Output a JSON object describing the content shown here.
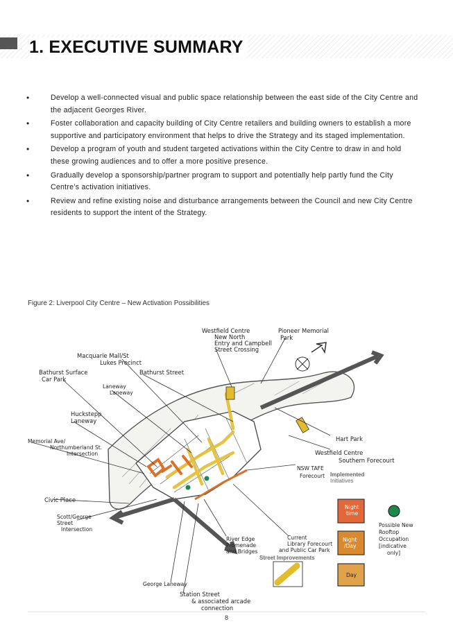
{
  "section_title": "1. EXECUTIVE SUMMARY",
  "bullets": [
    "Develop a well-connected visual and public space relationship between the east side of the City Centre and the adjacent Georges River.",
    "Foster collaboration and capacity building of City Centre retailers and building owners to establish a more supportive and participatory environment that helps to drive the Strategy and its staged implementation.",
    "Develop a program of youth and student targeted activations within the City Centre to draw in and hold these growing audiences and to offer a more positive presence.",
    "Gradually develop a sponsorship/partner program to support and potentially help partly fund the City Centre’s activation initiatives.",
    "Review and refine existing noise and disturbance arrangements between the Council and new City Centre residents to support the intent of the Strategy."
  ],
  "figure_caption": "Figure 2: Liverpool City Centre – New Activation Possibilities",
  "map": {
    "labels": {
      "westfield_north": [
        "Westfield Centre",
        "New North",
        "Entry and Campbell",
        "Street Crossing"
      ],
      "pioneer": [
        "Pioneer Memorial",
        "Park"
      ],
      "macquarie": [
        "Macquarie Mall/St",
        "Lukes Precinct"
      ],
      "bathurst_surface": [
        "Bathurst Surface",
        "Car Park"
      ],
      "bathurst_street": [
        "Bathurst Street"
      ],
      "laneway": [
        "Laneway",
        "Laneway"
      ],
      "huckstepp": [
        "Huckstepp",
        "Laneway"
      ],
      "memorial_ave": [
        "Memorial Ave/",
        "Northumberland St.",
        "Intersection"
      ],
      "hart_park": [
        "Hart Park"
      ],
      "westfield_south": [
        "Westfield Centre",
        "Southern Forecourt"
      ],
      "tafe": [
        "NSW TAFE",
        "Forecourt"
      ],
      "civic_place": [
        "Civic Place"
      ],
      "scott": [
        "Scott/George",
        "Street",
        "Intersection"
      ],
      "river_edge": [
        "River Edge",
        "Promenade",
        "and Bridges"
      ],
      "library": [
        "Current",
        "Library Forecourt",
        "and Public Car Park"
      ],
      "george_laneway": [
        "George Laneway"
      ],
      "station": [
        "Station Street",
        "& associated arcade",
        "connection"
      ]
    },
    "legend": {
      "implemented": [
        "Implemented",
        "Initiatives"
      ],
      "night_time": [
        "Night",
        "time"
      ],
      "night_day": [
        "Night",
        "/Day"
      ],
      "day": [
        "Day"
      ],
      "rooftop": [
        "Possible New",
        "Rooftop",
        "Occupation",
        "[indicative",
        "only]"
      ],
      "street_improvements": "Street Improvements"
    },
    "colors": {
      "orange": "#d9712a",
      "night": "#e2683a",
      "nightday": "#d98a2e",
      "day": "#e0a24a",
      "yellow": "#e3bc2c",
      "green": "#1c8a4a"
    }
  },
  "page_number": "8"
}
